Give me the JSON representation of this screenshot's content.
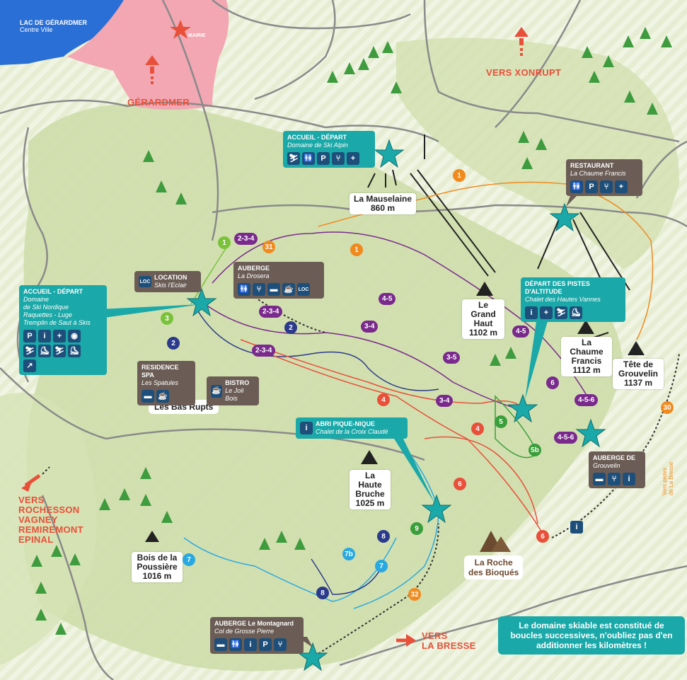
{
  "lake": {
    "title": "LAC DE GÉRARDMER",
    "subtitle": "Centre Ville"
  },
  "mairie": "MAIRIE",
  "directions": {
    "gerardmer": "GÉRARDMER",
    "xonrupt": "VERS XONRUPT",
    "rochesson": [
      "VERS",
      "ROCHESSON",
      "VAGNEY",
      "REMIREMONT",
      "EPINAL"
    ],
    "bresse": [
      "VERS",
      "LA BRESSE"
    ],
    "pistes_bresse": [
      "Vers pistes",
      "de La Bresse"
    ]
  },
  "peaks": [
    {
      "name": "La Mauselaine",
      "alt": "860 m"
    },
    {
      "name": "Le Grand Haut",
      "alt": "1102 m"
    },
    {
      "name": "La Chaume Francis",
      "alt": "1112 m"
    },
    {
      "name": "Tête de Grouvelin",
      "alt": "1137 m"
    },
    {
      "name": "La Haute Bruche",
      "alt": "1025 m"
    },
    {
      "name": "Bois de la Poussière",
      "alt": "1016 m"
    }
  ],
  "places": {
    "bas_rupts": "Les Bas Rupts",
    "roche": [
      "La Roche",
      "des Bioqués"
    ]
  },
  "cards": {
    "accueil_alpin": {
      "title": "ACCUEIL - DÉPART",
      "sub": "Domaine de Ski Alpin",
      "icons": [
        "ski-lift-icon",
        "toilets-icon",
        "parking-icon",
        "restaurant-icon",
        "first-aid-icon"
      ]
    },
    "restaurant": {
      "title": "RESTAURANT",
      "sub": "La Chaume Francis",
      "icons": [
        "toilets-icon",
        "parking-icon",
        "restaurant-icon",
        "first-aid-icon"
      ]
    },
    "depart_altitude": {
      "title": "DÉPART DES PISTES D'ALTITUDE",
      "sub": "Chalet des Hautes Vannes",
      "icons": [
        "info-icon",
        "first-aid-icon",
        "ski-icon",
        "sled-icon"
      ]
    },
    "location": {
      "title": "LOCATION",
      "sub": "Skis l'Eclair",
      "tag": "LOC"
    },
    "auberge_drosera": {
      "title": "AUBERGE",
      "sub": "La Drosera",
      "icons": [
        "toilets-icon",
        "restaurant-icon",
        "bed-icon",
        "cup-icon",
        "loc-icon"
      ]
    },
    "accueil_nordique": {
      "title": "ACCUEIL - DÉPART",
      "lines": [
        "Domaine",
        "de Ski Nordique",
        "Raquettes - Luge",
        "Tremplin de Saut à Skis"
      ],
      "icons": [
        "parking-icon",
        "info-icon",
        "first-aid-icon",
        "nordic-icon",
        "ski-icon",
        "skating-icon",
        "sled-icon",
        "snowshoe-icon",
        "jump-icon"
      ]
    },
    "residence": {
      "title": "RESIDENCE SPA",
      "sub": "Les Spatules",
      "icons": [
        "bed-icon",
        "cup-icon"
      ]
    },
    "bistro": {
      "title": "BISTRO",
      "sub": "Le Joli Bois",
      "icons": [
        "cup-icon"
      ]
    },
    "abri": {
      "title": "ABRI PIQUE-NIQUE",
      "sub": "Chalet de la Croix Claudé",
      "icons": [
        "info-icon"
      ]
    },
    "auberge_grouvelin": {
      "title": "AUBERGE DE",
      "sub": "Grouvelin",
      "icons": [
        "bed-icon",
        "restaurant-icon",
        "info-icon"
      ]
    },
    "auberge_montagnard": {
      "title": "AUBERGE Le Montagnard",
      "sub": "Col de Grosse Pierre",
      "icons": [
        "bed-icon",
        "toilets-icon",
        "info-icon",
        "parking-icon",
        "restaurant-icon"
      ]
    }
  },
  "trail_labels": [
    "2-3-4",
    "31",
    "1",
    "4-5",
    "3-4",
    "2-3-4",
    "2",
    "2-3-4",
    "3-5",
    "4-5",
    "6",
    "4-5-6",
    "3-4",
    "4",
    "4",
    "5",
    "5b",
    "4-5-6",
    "1",
    "30",
    "6",
    "6",
    "8",
    "7b",
    "9",
    "7",
    "7",
    "8",
    "32",
    "1",
    "2",
    "3"
  ],
  "note": [
    "Le domaine skiable est constitué de",
    "boucles successives, n'oubliez pas d'en",
    "additionner les kilomètres !"
  ],
  "colors": {
    "teal": "#1aa8a8",
    "brown": "#6b5d55",
    "lake": "#2a6fd6",
    "town": "#f2a7b3",
    "red": "#e8503a",
    "orange": "#f08a1e",
    "purple": "#7a2a8c",
    "navy": "#2b3a8a",
    "lightblue": "#2aa8e0",
    "green": "#3a9e3a"
  }
}
